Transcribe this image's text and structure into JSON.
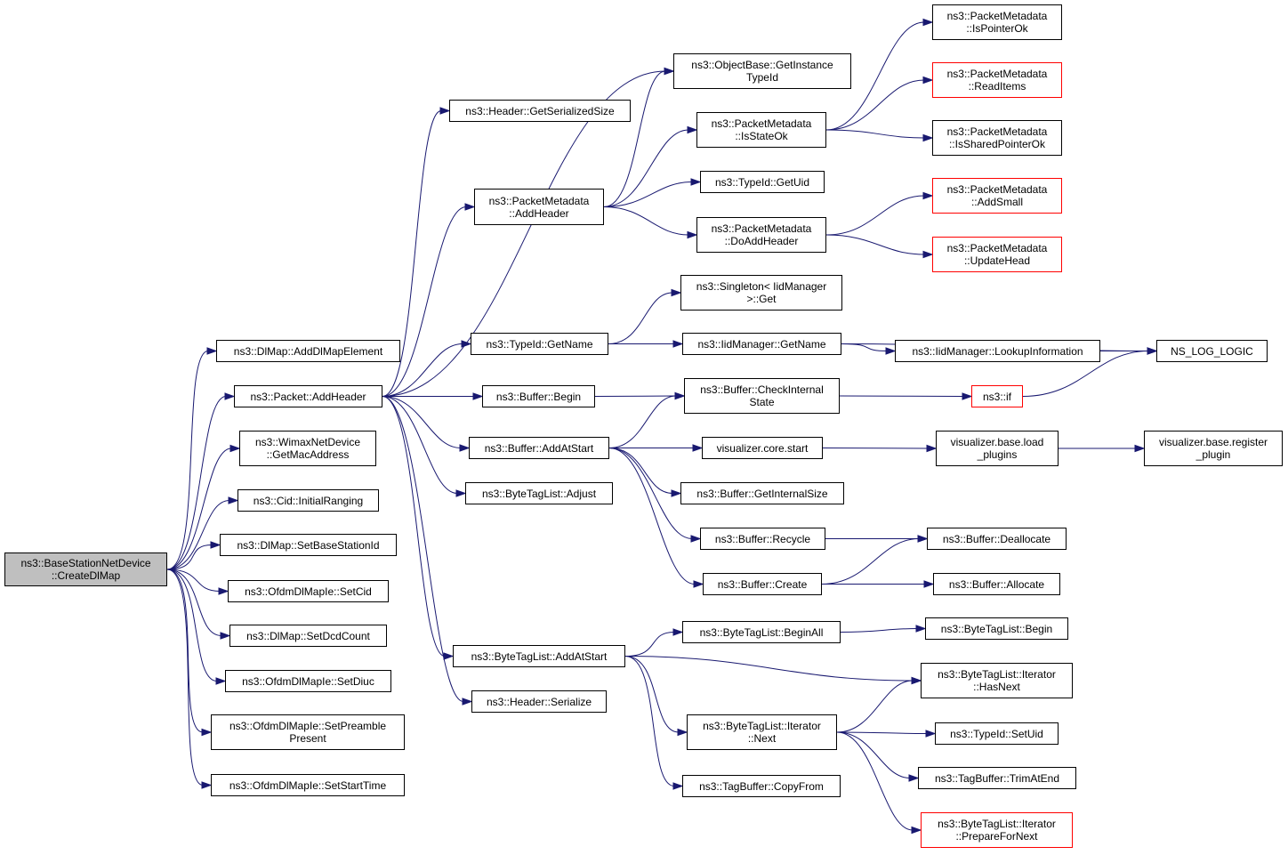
{
  "graph": {
    "root_id": "root",
    "colors": {
      "edge": "#191970",
      "border": "#000000",
      "incomplete_border": "#ff0000",
      "root_fill": "#bfbfbf"
    },
    "nodes": [
      {
        "id": "root",
        "label": "ns3::BaseStationNetDevice\n::CreateDlMap",
        "root": true
      },
      {
        "id": "dlmap_add",
        "label": "ns3::DlMap::AddDlMapElement"
      },
      {
        "id": "packet_add",
        "label": "ns3::Packet::AddHeader"
      },
      {
        "id": "wimax_mac",
        "label": "ns3::WimaxNetDevice\n::GetMacAddress"
      },
      {
        "id": "cid_ranging",
        "label": "ns3::Cid::InitialRanging"
      },
      {
        "id": "dlmap_bsid",
        "label": "ns3::DlMap::SetBaseStationId"
      },
      {
        "id": "ofdm_cid",
        "label": "ns3::OfdmDlMapIe::SetCid"
      },
      {
        "id": "dlmap_dcd",
        "label": "ns3::DlMap::SetDcdCount"
      },
      {
        "id": "ofdm_diuc",
        "label": "ns3::OfdmDlMapIe::SetDiuc"
      },
      {
        "id": "ofdm_preamble",
        "label": "ns3::OfdmDlMapIe::SetPreamble\nPresent"
      },
      {
        "id": "ofdm_start",
        "label": "ns3::OfdmDlMapIe::SetStartTime"
      },
      {
        "id": "hdr_size",
        "label": "ns3::Header::GetSerializedSize"
      },
      {
        "id": "objbase",
        "label": "ns3::ObjectBase::GetInstance\nTypeId"
      },
      {
        "id": "pm_addheader",
        "label": "ns3::PacketMetadata\n::AddHeader"
      },
      {
        "id": "typeid_name",
        "label": "ns3::TypeId::GetName"
      },
      {
        "id": "buf_begin",
        "label": "ns3::Buffer::Begin"
      },
      {
        "id": "buf_addstart",
        "label": "ns3::Buffer::AddAtStart"
      },
      {
        "id": "btl_adjust",
        "label": "ns3::ByteTagList::Adjust"
      },
      {
        "id": "btl_addstart",
        "label": "ns3::ByteTagList::AddAtStart"
      },
      {
        "id": "hdr_serialize",
        "label": "ns3::Header::Serialize"
      },
      {
        "id": "pm_isstate",
        "label": "ns3::PacketMetadata\n::IsStateOk"
      },
      {
        "id": "typeid_uid",
        "label": "ns3::TypeId::GetUid"
      },
      {
        "id": "pm_doadd",
        "label": "ns3::PacketMetadata\n::DoAddHeader"
      },
      {
        "id": "singleton",
        "label": "ns3::Singleton< IidManager\n>::Get"
      },
      {
        "id": "iid_getname",
        "label": "ns3::IidManager::GetName"
      },
      {
        "id": "buf_check",
        "label": "ns3::Buffer::CheckInternal\nState"
      },
      {
        "id": "vis_start",
        "label": "visualizer.core.start"
      },
      {
        "id": "buf_intsize",
        "label": "ns3::Buffer::GetInternalSize"
      },
      {
        "id": "buf_recycle",
        "label": "ns3::Buffer::Recycle"
      },
      {
        "id": "buf_create",
        "label": "ns3::Buffer::Create"
      },
      {
        "id": "btl_beginall",
        "label": "ns3::ByteTagList::BeginAll"
      },
      {
        "id": "btl_next",
        "label": "ns3::ByteTagList::Iterator\n::Next"
      },
      {
        "id": "tagbuf_copy",
        "label": "ns3::TagBuffer::CopyFrom"
      },
      {
        "id": "pm_ispointer",
        "label": "ns3::PacketMetadata\n::IsPointerOk"
      },
      {
        "id": "pm_readitems",
        "label": "ns3::PacketMetadata\n::ReadItems",
        "incomplete": true
      },
      {
        "id": "pm_isshared",
        "label": "ns3::PacketMetadata\n::IsSharedPointerOk"
      },
      {
        "id": "pm_addsmall",
        "label": "ns3::PacketMetadata\n::AddSmall",
        "incomplete": true
      },
      {
        "id": "pm_update",
        "label": "ns3::PacketMetadata\n::UpdateHead",
        "incomplete": true
      },
      {
        "id": "iid_lookup",
        "label": "ns3::IidManager::LookupInformation"
      },
      {
        "id": "ns_log",
        "label": "NS_LOG_LOGIC"
      },
      {
        "id": "ns3_if",
        "label": "ns3::if",
        "incomplete": true
      },
      {
        "id": "vis_load",
        "label": "visualizer.base.load\n_plugins"
      },
      {
        "id": "vis_register",
        "label": "visualizer.base.register\n_plugin"
      },
      {
        "id": "buf_dealloc",
        "label": "ns3::Buffer::Deallocate"
      },
      {
        "id": "buf_alloc",
        "label": "ns3::Buffer::Allocate"
      },
      {
        "id": "btl_begin",
        "label": "ns3::ByteTagList::Begin"
      },
      {
        "id": "btl_hasnext",
        "label": "ns3::ByteTagList::Iterator\n::HasNext"
      },
      {
        "id": "typeid_setuid",
        "label": "ns3::TypeId::SetUid"
      },
      {
        "id": "tagbuf_trim",
        "label": "ns3::TagBuffer::TrimAtEnd"
      },
      {
        "id": "btl_prepare",
        "label": "ns3::ByteTagList::Iterator\n::PrepareForNext",
        "incomplete": true
      }
    ],
    "edges": [
      [
        "root",
        "dlmap_add"
      ],
      [
        "root",
        "packet_add"
      ],
      [
        "root",
        "wimax_mac"
      ],
      [
        "root",
        "cid_ranging"
      ],
      [
        "root",
        "dlmap_bsid"
      ],
      [
        "root",
        "ofdm_cid"
      ],
      [
        "root",
        "dlmap_dcd"
      ],
      [
        "root",
        "ofdm_diuc"
      ],
      [
        "root",
        "ofdm_preamble"
      ],
      [
        "root",
        "ofdm_start"
      ],
      [
        "packet_add",
        "hdr_size"
      ],
      [
        "packet_add",
        "objbase"
      ],
      [
        "packet_add",
        "pm_addheader"
      ],
      [
        "packet_add",
        "typeid_name"
      ],
      [
        "packet_add",
        "buf_begin"
      ],
      [
        "packet_add",
        "buf_addstart"
      ],
      [
        "packet_add",
        "btl_adjust"
      ],
      [
        "packet_add",
        "btl_addstart"
      ],
      [
        "packet_add",
        "hdr_serialize"
      ],
      [
        "pm_addheader",
        "objbase"
      ],
      [
        "pm_addheader",
        "pm_isstate"
      ],
      [
        "pm_addheader",
        "typeid_uid"
      ],
      [
        "pm_addheader",
        "pm_doadd"
      ],
      [
        "pm_isstate",
        "pm_ispointer"
      ],
      [
        "pm_isstate",
        "pm_readitems"
      ],
      [
        "pm_isstate",
        "pm_isshared"
      ],
      [
        "pm_doadd",
        "pm_addsmall"
      ],
      [
        "pm_doadd",
        "pm_update"
      ],
      [
        "typeid_name",
        "singleton"
      ],
      [
        "typeid_name",
        "iid_getname"
      ],
      [
        "iid_getname",
        "iid_lookup"
      ],
      [
        "iid_getname",
        "ns_log"
      ],
      [
        "iid_lookup",
        "ns_log"
      ],
      [
        "buf_begin",
        "buf_check"
      ],
      [
        "buf_addstart",
        "buf_check"
      ],
      [
        "buf_addstart",
        "vis_start"
      ],
      [
        "buf_addstart",
        "buf_intsize"
      ],
      [
        "buf_addstart",
        "buf_recycle"
      ],
      [
        "buf_addstart",
        "buf_create"
      ],
      [
        "buf_check",
        "ns3_if"
      ],
      [
        "ns3_if",
        "ns_log"
      ],
      [
        "vis_start",
        "vis_load"
      ],
      [
        "vis_load",
        "vis_register"
      ],
      [
        "buf_recycle",
        "buf_dealloc"
      ],
      [
        "buf_create",
        "buf_dealloc"
      ],
      [
        "buf_create",
        "buf_alloc"
      ],
      [
        "btl_addstart",
        "btl_beginall"
      ],
      [
        "btl_addstart",
        "btl_hasnext"
      ],
      [
        "btl_addstart",
        "btl_next"
      ],
      [
        "btl_addstart",
        "tagbuf_copy"
      ],
      [
        "btl_beginall",
        "btl_begin"
      ],
      [
        "btl_next",
        "btl_hasnext"
      ],
      [
        "btl_next",
        "typeid_setuid"
      ],
      [
        "btl_next",
        "tagbuf_trim"
      ],
      [
        "btl_next",
        "btl_prepare"
      ]
    ]
  }
}
